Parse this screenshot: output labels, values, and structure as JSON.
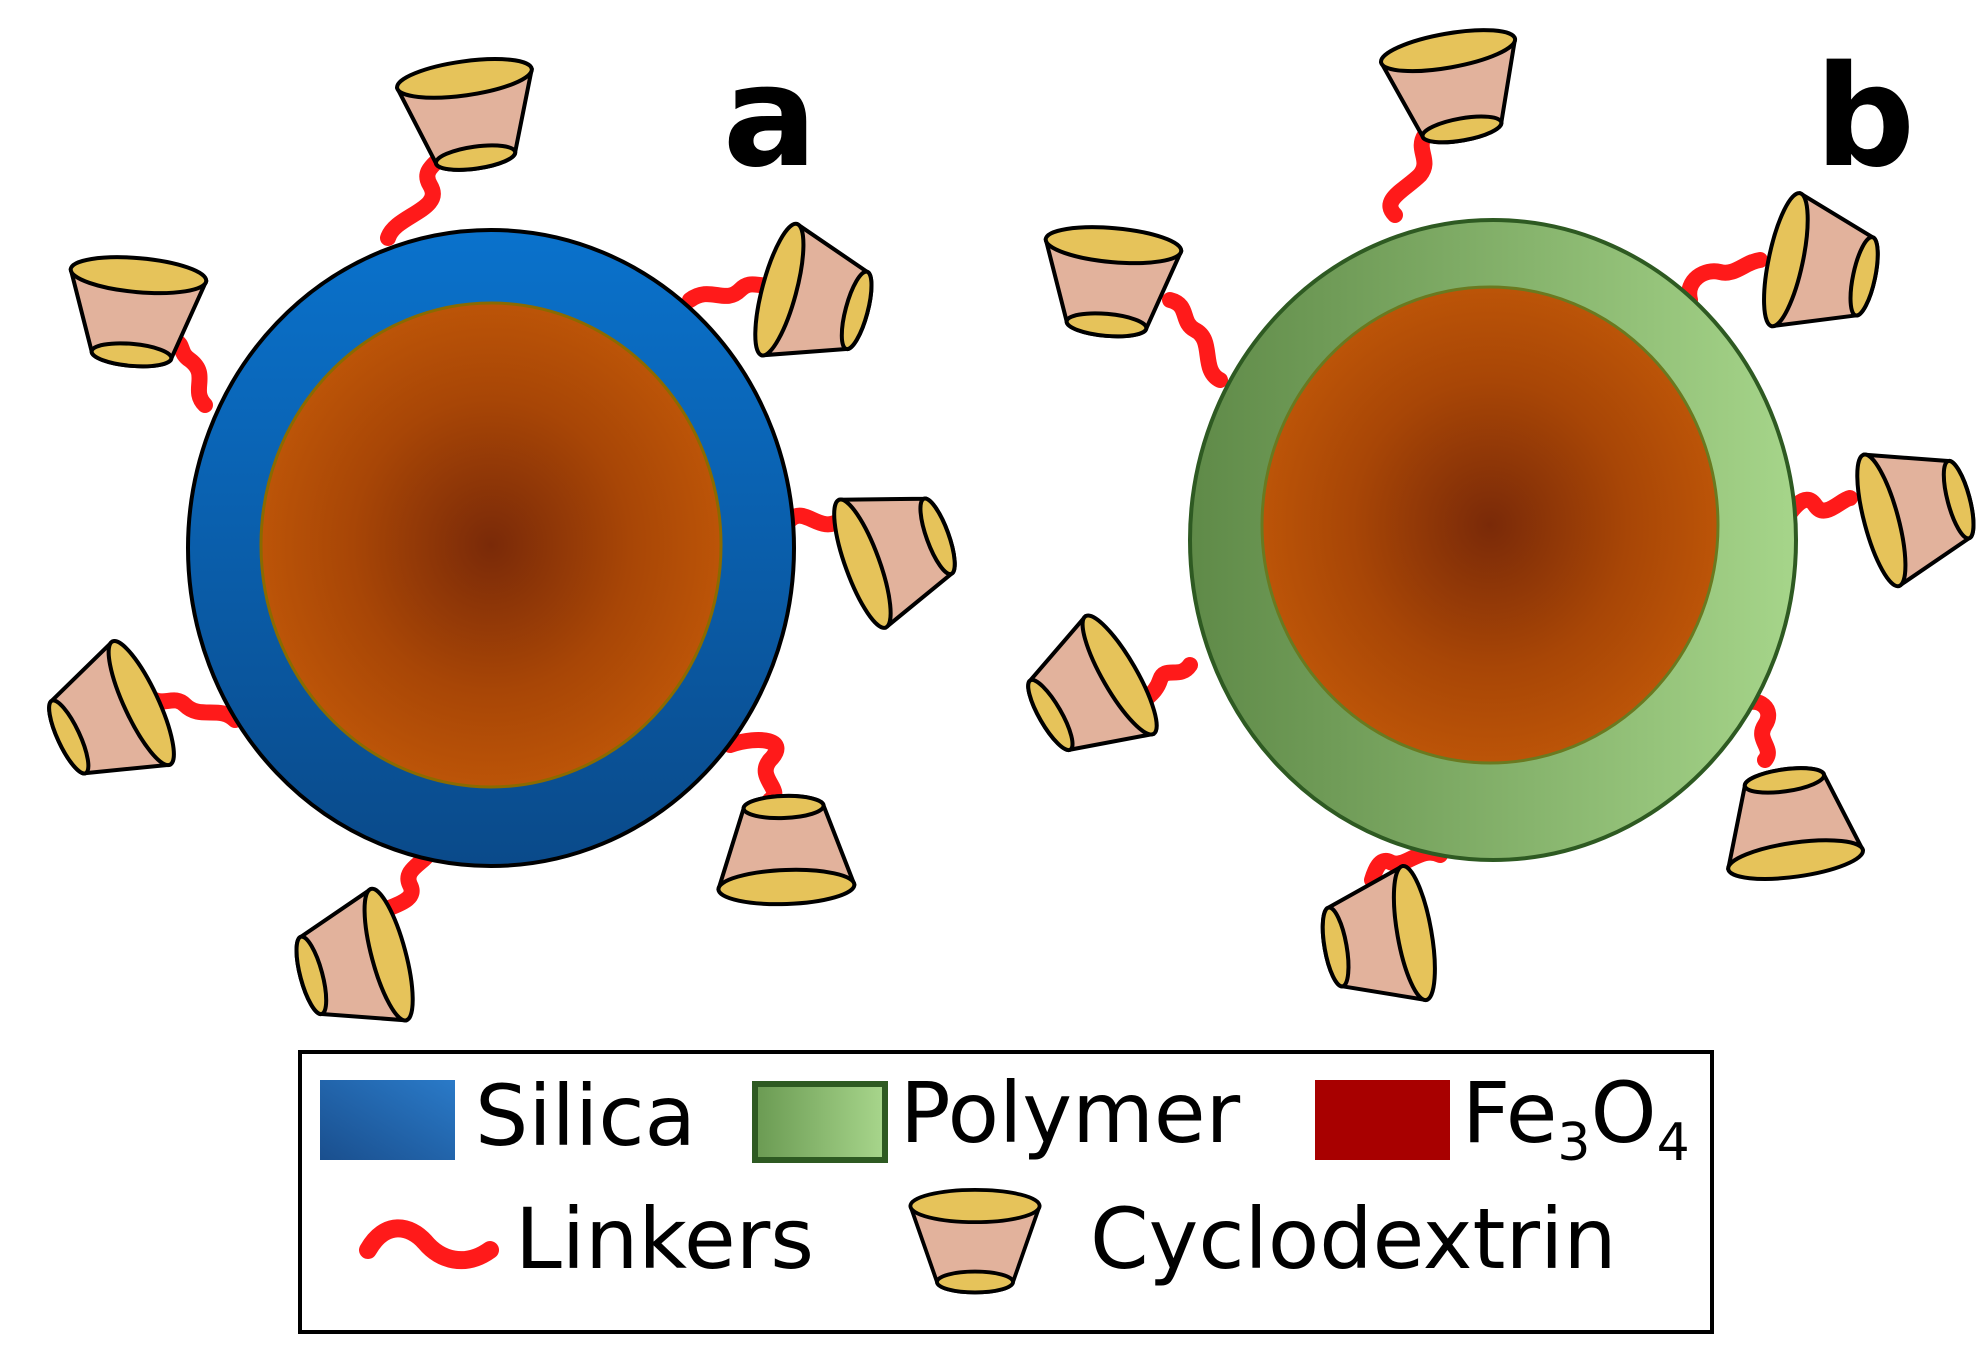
{
  "panels": [
    {
      "label": "a",
      "shell": "Silica"
    },
    {
      "label": "b",
      "shell": "Polymer"
    }
  ],
  "legend": {
    "silica": "Silica",
    "polymer": "Polymer",
    "fe3o4": {
      "base1": "Fe",
      "sub1": "3",
      "base2": "O",
      "sub2": "4"
    },
    "linkers": "Linkers",
    "cyclodextrin": "Cyclodextrin"
  },
  "colors": {
    "silica": "#0b63b5",
    "polymer": "#7aa85f",
    "core": "#b85207",
    "core_center": "#7a2a08",
    "fe3o4_swatch": "#a80000",
    "linker": "#ff1a1a",
    "cyclodextrin_body": "#e2b29c",
    "cyclodextrin_rim": "#e6c35a"
  },
  "icons": [
    "linker-wave-icon",
    "cyclodextrin-cup-icon"
  ]
}
